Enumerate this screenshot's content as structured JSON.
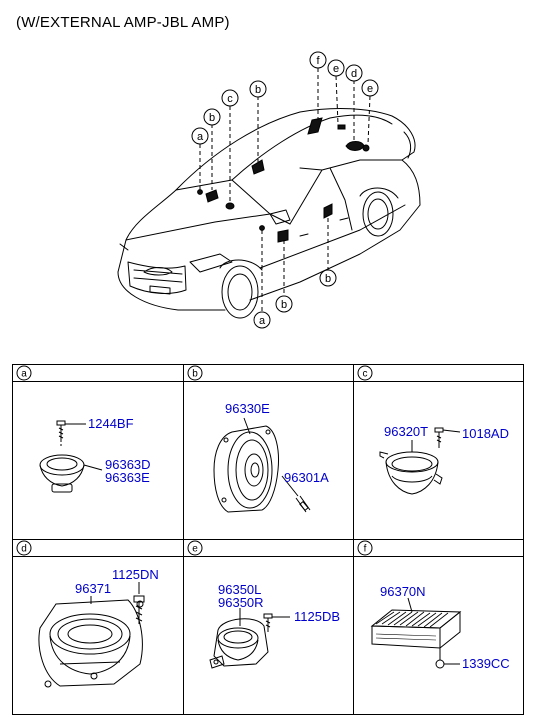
{
  "header": {
    "title": "(W/EXTERNAL AMP-JBL AMP)"
  },
  "car_callouts": {
    "f": "f",
    "e1": "e",
    "d": "d",
    "e2": "e",
    "c": "c",
    "b_top": "b",
    "b_left": "b",
    "a_left": "a",
    "b_right": "b",
    "b_bottom": "b",
    "a_bottom": "a"
  },
  "cells": [
    {
      "letter": "a",
      "parts": [
        "1244BF",
        "96363D",
        "96363E"
      ]
    },
    {
      "letter": "b",
      "parts": [
        "96330E",
        "96301A"
      ]
    },
    {
      "letter": "c",
      "parts": [
        "96320T",
        "1018AD"
      ]
    },
    {
      "letter": "d",
      "parts": [
        "1125DN",
        "96371"
      ]
    },
    {
      "letter": "e",
      "parts": [
        "96350L",
        "96350R",
        "1125DB"
      ]
    },
    {
      "letter": "f",
      "parts": [
        "96370N",
        "1339CC"
      ]
    }
  ],
  "colors": {
    "part_label": "#0000cc",
    "line": "#000000"
  }
}
